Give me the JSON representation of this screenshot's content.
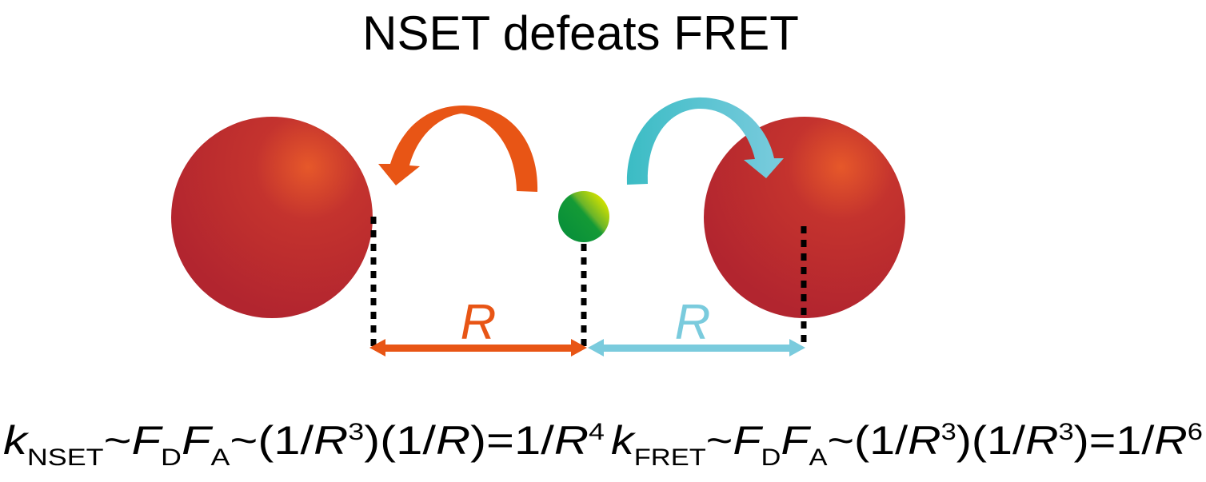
{
  "title": "NSET defeats FRET",
  "colors": {
    "nset": "#e85515",
    "fret_light": "#7acbdd",
    "fret_dark": "#3bbcc4",
    "acceptor": "#b82830",
    "donor": "#0a9139"
  },
  "labels": {
    "r_nset": "R",
    "r_fret": "R"
  },
  "equations": {
    "nset": {
      "k": "k",
      "k_sub": "NSET",
      "t1": "~",
      "F1": "F",
      "F1_sub": "D",
      "F2": "F",
      "F2_sub": "A",
      "t2": "~(1/",
      "R1": "R",
      "R1_sup": "3",
      "t3": ")(1/",
      "R2": "R",
      "t4": ")=1/",
      "R3": "R",
      "R3_sup": "4"
    },
    "fret": {
      "k": "k",
      "k_sub": "FRET",
      "t1": "~",
      "F1": "F",
      "F1_sub": "D",
      "F2": "F",
      "F2_sub": "A",
      "t2": "~(1/",
      "R1": "R",
      "R1_sup": "3",
      "t3": ")(1/",
      "R2": "R",
      "R2_sup": "3",
      "t4": ")=1/",
      "R3": "R",
      "R3_sup": "6"
    }
  }
}
